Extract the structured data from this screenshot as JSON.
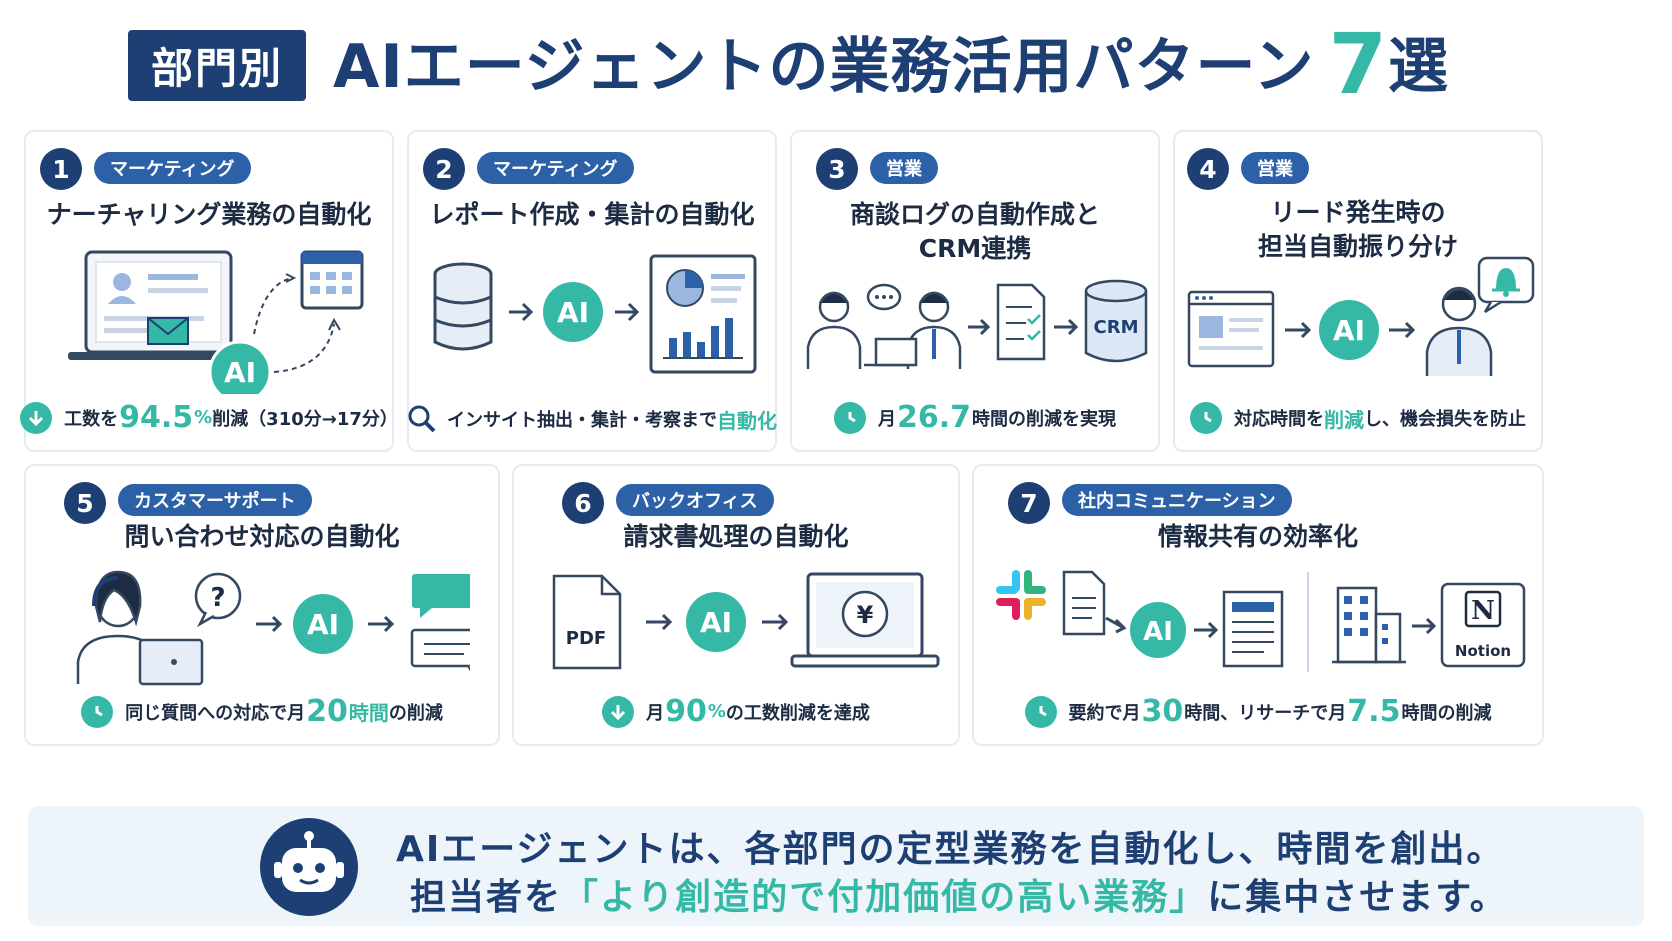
{
  "header": {
    "badge": "部門別",
    "title": "AIエージェントの業務活用パターン",
    "count": "7",
    "count_suffix": "選"
  },
  "ai_label": "AI",
  "cards": [
    {
      "num": "1",
      "tag": "マーケティング",
      "title": "ナーチャリング業務の自動化",
      "foot_prefix": "工数を",
      "foot_big": "94.5",
      "foot_unit": "%",
      "foot_suffix": "削減（310分→17分）",
      "icon": "arrow-down-icon"
    },
    {
      "num": "2",
      "tag": "マーケティング",
      "title": "レポート作成・集計の自動化",
      "foot_prefix": "インサイト抽出・集計・考察まで",
      "foot_hl": "自動化",
      "icon": "magnifier-icon"
    },
    {
      "num": "3",
      "tag": "営業",
      "title_line1": "商談ログの自動作成と",
      "title_line2": "CRM連携",
      "foot_prefix": "月",
      "foot_big": "26.7",
      "foot_suffix": "時間の削減を実現",
      "crm_label": "CRM",
      "icon": "clock-icon"
    },
    {
      "num": "4",
      "tag": "営業",
      "title_line1": "リード発生時の",
      "title_line2": "担当自動振り分け",
      "foot_prefix": "対応時間を",
      "foot_hl": "削減",
      "foot_suffix": "し、機会損失を防止",
      "icon": "clock-icon"
    },
    {
      "num": "5",
      "tag": "カスタマーサポート",
      "title": "問い合わせ対応の自動化",
      "foot_prefix": "同じ質問への対応で月",
      "foot_big": "20",
      "foot_big_unit": "時間",
      "foot_suffix": "の削減",
      "question_mark": "?",
      "icon": "clock-icon"
    },
    {
      "num": "6",
      "tag": "バックオフィス",
      "title": "請求書処理の自動化",
      "foot_prefix": "月",
      "foot_big": "90",
      "foot_unit": "%",
      "foot_suffix": "の工数削減を達成",
      "pdf_label": "PDF",
      "yen": "¥",
      "icon": "arrow-down-icon"
    },
    {
      "num": "7",
      "tag": "社内コミュニケーション",
      "title": "情報共有の効率化",
      "foot_prefix": "要約で月",
      "foot_big": "30",
      "foot_mid": "時間、リサーチで月",
      "foot_big2": "7.5",
      "foot_suffix": "時間の削減",
      "notion_label": "Notion",
      "notion_letter": "N",
      "icon": "clock-icon"
    }
  ],
  "banner": {
    "line1": "AIエージェントは、各部門の定型業務を自動化し、時間を創出。",
    "line2_prefix": "担当者を",
    "line2_hl": "「より創造的で付加価値の高い業務」",
    "line2_suffix": "に集中させます。"
  },
  "colors": {
    "navy": "#1d3f73",
    "teal": "#35b9a6",
    "tag_blue": "#2c61a8",
    "card_border": "#e6ebf2",
    "banner_bg": "#eef5fa"
  }
}
